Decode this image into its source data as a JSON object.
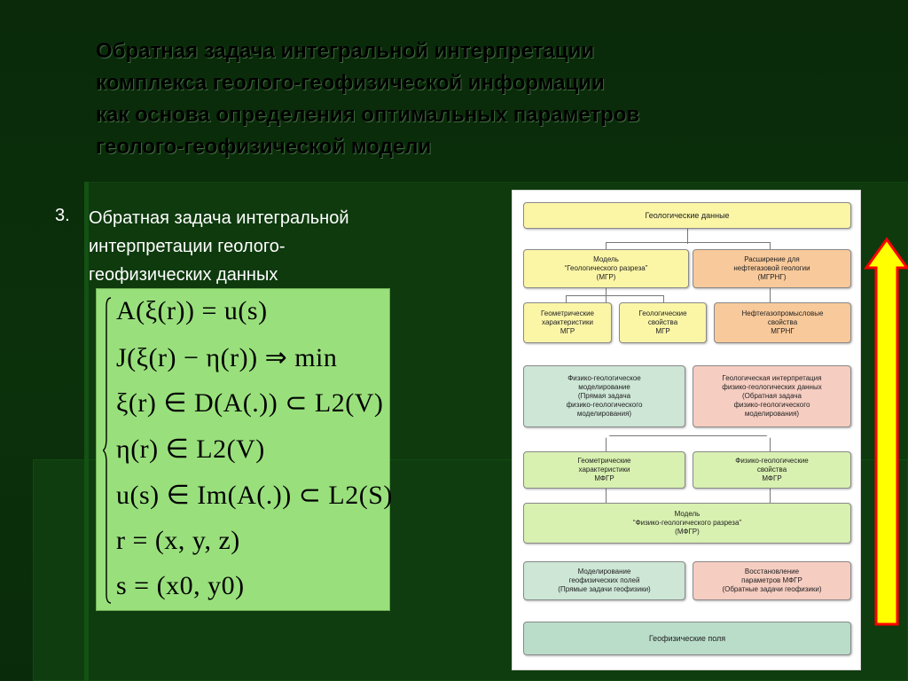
{
  "title": {
    "line1": "Обратная задача интегральной интерпретации",
    "line2": "комплекса геолого-геофизической информации",
    "line3": "как основа определения оптимальных параметров",
    "line4": "геолого-геофизической модели"
  },
  "item": {
    "number": "3.",
    "line1": "Обратная задача интегральной",
    "line2": "интерпретации геолого-",
    "line3": "геофизических данных"
  },
  "formulas": [
    "A(ξ(r)) = u(s)",
    "J(ξ(r) − η(r)) ⇒ min",
    "ξ(r) ∈ D(A(.)) ⊂ L2(V)",
    "η(r) ∈ L2(V)",
    "u(s) ∈ Im(A(.)) ⊂ L2(S)",
    "r = (x, y, z)",
    "s = (x0, y0)"
  ],
  "diagram": {
    "geo_data": "Геологические данные",
    "mgr_model": [
      "Модель",
      "“Геологического разреза”",
      "(МГР)"
    ],
    "mgrng": [
      "Расширение для",
      "нефтегазовой геологии",
      "(МГРНГ)"
    ],
    "geom_mgr": [
      "Геометрические",
      "характеристики",
      "МГР"
    ],
    "geol_props": [
      "Геологические",
      "свойства",
      "МГР"
    ],
    "oil_props": [
      "Нефтегазопромысловые",
      "свойства",
      "МГРНГ"
    ],
    "fg_modeling": [
      "Физико-геологическое",
      "моделирование",
      "(Прямая задача",
      "физико-геологического",
      "моделирования)"
    ],
    "geo_interp": [
      "Геологическая интерпретация",
      "физико-геологических данных",
      "(Обратная задача",
      "физико-геологического",
      "моделирования)"
    ],
    "geom_mfgr": [
      "Геометрические",
      "характеристики",
      "МФГР"
    ],
    "fg_props": [
      "Физико-геологические",
      "свойства",
      "МФГР"
    ],
    "mfgr_model": [
      "Модель",
      "“Физико-геологического разреза”",
      "(МФГР)"
    ],
    "geoph_fields_model": [
      "Моделирование",
      "геофизических полей",
      "(Прямые задачи геофизики)"
    ],
    "mfgr_restore": [
      "Восстановление",
      "параметров МФГР",
      "(Обратные задачи геофизики)"
    ],
    "geoph_fields": "Геофизические поля"
  },
  "colors": {
    "background": "#0b2a0b",
    "formula_panel": "#99e07c",
    "arrow_fill": "#ffff00",
    "arrow_outline": "#ff0000"
  }
}
